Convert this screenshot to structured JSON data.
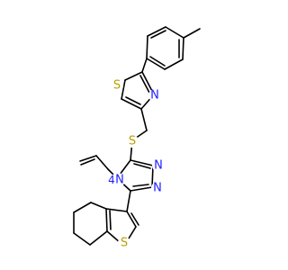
{
  "structure": {
    "atom_colors": {
      "sulfur": "#b8a000",
      "nitrogen": "#2020ff",
      "bond": "#000000",
      "background": "#ffffff"
    },
    "labels": {
      "s_thiazole": "S",
      "n_thiazole": "N",
      "s_thioether": "S",
      "n_triazole_top": "N",
      "n_triazole_bottom": "N",
      "n_triazole_4": "N",
      "n_triazole_4_locant": "4",
      "s_thiophene": "S"
    }
  }
}
